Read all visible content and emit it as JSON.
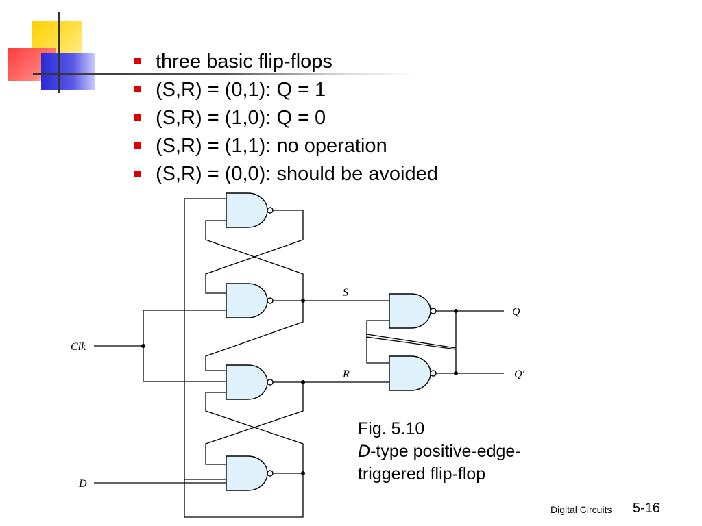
{
  "bullets": [
    "three basic flip-flops",
    "(S,R) = (0,1): Q = 1",
    "(S,R) = (1,0): Q = 0",
    "(S,R) = (1,1): no operation",
    "(S,R) = (0,0): should be avoided"
  ],
  "diagram": {
    "labels": {
      "clk": "Clk",
      "d": "D",
      "s": "S",
      "r": "R",
      "q": "Q",
      "q_prime": "Q′"
    },
    "gate_fill": "#dff1fb"
  },
  "caption": {
    "line1": "Fig. 5.10",
    "line2_italic": "D",
    "line2_rest": "-type positive-edge-",
    "line3": "triggered flip-flop"
  },
  "footer": {
    "label": "Digital Circuits",
    "page": "5-16"
  },
  "colors": {
    "bullet_marker": "#e00000",
    "deco_yellow": "#ffd000",
    "deco_red": "#ff3030",
    "deco_blue": "#2a2ad8"
  }
}
